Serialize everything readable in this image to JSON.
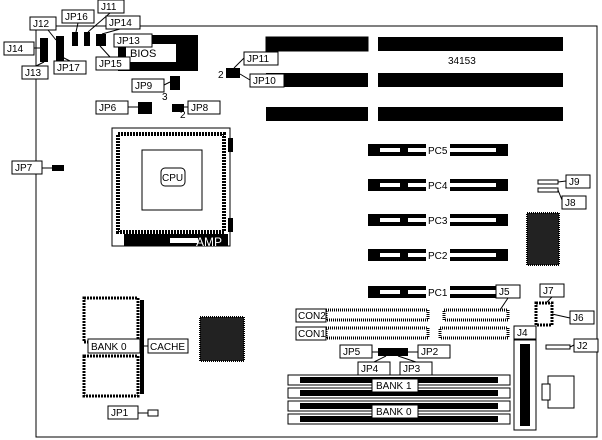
{
  "board_id": "34153",
  "cpu_label": "CPU",
  "socket_brand": "AMP",
  "bios_label": "BIOS",
  "cache_bank_label": "BANK 0",
  "cache_label": "CACHE",
  "pc_slots": [
    "PC5",
    "PC4",
    "PC3",
    "PC2",
    "PC1"
  ],
  "memory_banks": [
    "BANK 1",
    "BANK 0"
  ],
  "connectors": [
    "CON2",
    "CON1"
  ],
  "jumpers": {
    "j14": "J14",
    "j12": "J12",
    "jp16": "JP16",
    "j11": "J11",
    "jp14": "JP14",
    "j13": "J13",
    "jp17": "JP17",
    "jp15": "JP15",
    "jp13": "JP13",
    "jp11": "JP11",
    "jp10": "JP10",
    "jp9": "JP9",
    "jp6": "JP6",
    "jp8": "JP8",
    "jp7": "JP7",
    "j9": "J9",
    "j8": "J8",
    "j5": "J5",
    "j7": "J7",
    "j6": "J6",
    "j4": "J4",
    "j2": "J2",
    "jp5": "JP5",
    "jp2": "JP2",
    "jp4": "JP4",
    "jp3": "JP3",
    "jp1": "JP1"
  },
  "pin_numbers": {
    "jp11_pin": "2",
    "jp9_pin": "3",
    "jp8_pin": "2"
  }
}
